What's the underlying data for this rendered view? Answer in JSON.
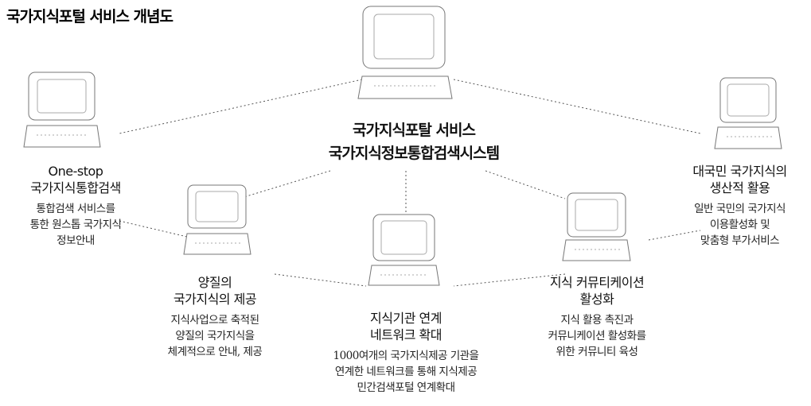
{
  "title": "국가지식포털 서비스 개념도",
  "center": {
    "line1": "국가지식포탈 서비스",
    "line2": "국가지식정보통합검색시스템"
  },
  "nodes": [
    {
      "id": "left",
      "head": [
        "One-stop",
        "국가지식통합검색"
      ],
      "desc": [
        "통합검색 서비스를",
        "통한 원스톱 국가지식",
        "정보안내"
      ]
    },
    {
      "id": "quality",
      "head": [
        "양질의",
        "국가지식의 제공"
      ],
      "desc": [
        "지식사업으로 축적된",
        "양질의 국가지식을",
        "체계적으로 안내, 제공"
      ]
    },
    {
      "id": "network",
      "head": [
        "지식기관 연계",
        "네트워크 확대"
      ],
      "desc": [
        "1000여개의 국가지식제공 기관을",
        "연계한 네트워크를 통해 지식제공",
        "민간검색포털 연계확대"
      ]
    },
    {
      "id": "community",
      "head": [
        "지식 커뮤티케이션",
        "활성화"
      ],
      "desc": [
        "지식 활용 촉진과",
        "커뮤니케이션 활성화를",
        "위한 커뮤니티 육성"
      ]
    },
    {
      "id": "right",
      "head": [
        "대국민 국가지식의",
        "생산적 활용"
      ],
      "desc": [
        "일반 국민의 국가지식",
        "이용활성화 및",
        "맞춤형 부가서비스"
      ]
    }
  ]
}
